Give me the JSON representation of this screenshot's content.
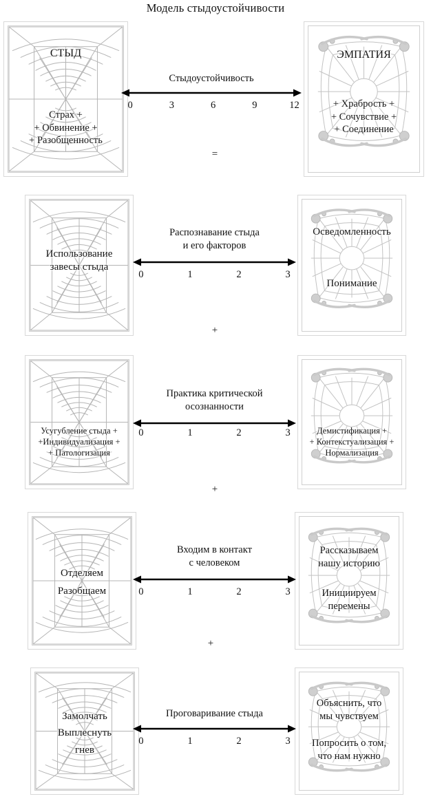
{
  "title": "Модель стыдоустойчивости",
  "operators": [
    {
      "symbol": "=",
      "after_row": 1
    },
    {
      "symbol": "+",
      "after_row": 2
    },
    {
      "symbol": "+",
      "after_row": 3
    },
    {
      "symbol": "+",
      "after_row": 4
    }
  ],
  "rows": [
    {
      "id": "row-shame-resilience",
      "left": {
        "icon": "spider-web-icon",
        "top_lines": [
          "СТЫД"
        ],
        "bottom_lines": [
          "Страх +",
          "+ Обвинение +",
          "+ Разобщенность"
        ]
      },
      "right": {
        "icon": "safety-net-icon",
        "top_lines": [
          "ЭМПАТИЯ"
        ],
        "bottom_lines": [
          "+ Храбрость +",
          "+ Сочувствие +",
          "+ Соединение"
        ]
      },
      "arrow": {
        "label_lines": [
          "Стыдоустойчивость"
        ],
        "scale": [
          "0",
          "3",
          "6",
          "9",
          "12"
        ]
      }
    },
    {
      "id": "row-recognizing-shame",
      "left": {
        "icon": "spider-web-icon",
        "top_lines": [],
        "bottom_lines": [
          "Использование",
          "завесы стыда"
        ]
      },
      "right": {
        "icon": "safety-net-icon",
        "top_lines": [
          "Осведомленность"
        ],
        "bottom_lines": [
          "Понимание"
        ]
      },
      "arrow": {
        "label_lines": [
          "Распознавание стыда",
          "и его факторов"
        ],
        "scale": [
          "0",
          "1",
          "2",
          "3"
        ]
      }
    },
    {
      "id": "row-critical-awareness",
      "left": {
        "icon": "spider-web-icon",
        "top_lines": [],
        "bottom_lines": [
          "Усугубление стыда +",
          "+Индивидуализация +",
          "+ Патологизация"
        ]
      },
      "right": {
        "icon": "safety-net-icon",
        "top_lines": [],
        "bottom_lines": [
          "Демистификация +",
          "+ Контекстуализация +",
          "Нормализация"
        ]
      },
      "arrow": {
        "label_lines": [
          "Практика критической",
          "осознанности"
        ],
        "scale": [
          "0",
          "1",
          "2",
          "3"
        ]
      }
    },
    {
      "id": "row-reaching-out",
      "left": {
        "icon": "spider-web-icon",
        "top_lines": [],
        "bottom_lines": [
          "Отделяем",
          "Разобщаем"
        ]
      },
      "right": {
        "icon": "safety-net-icon",
        "top_lines": [
          "Рассказываем",
          "нашу историю"
        ],
        "bottom_lines": [
          "Инициируем",
          "перемены"
        ]
      },
      "arrow": {
        "label_lines": [
          "Входим в контакт",
          "с человеком"
        ],
        "scale": [
          "0",
          "1",
          "2",
          "3"
        ]
      }
    },
    {
      "id": "row-speaking-shame",
      "left": {
        "icon": "spider-web-icon",
        "top_lines": [],
        "bottom_lines": [
          "Замолчать",
          "Выплеснуть",
          "гнев"
        ]
      },
      "right": {
        "icon": "safety-net-icon",
        "top_lines": [
          "Объяснить, что",
          "мы чувствуем"
        ],
        "bottom_lines": [
          "Попросить о том,",
          "что нам нужно"
        ]
      },
      "arrow": {
        "label_lines": [
          "Проговаривание стыда"
        ],
        "scale": [
          "0",
          "1",
          "2",
          "3"
        ]
      }
    }
  ],
  "colors": {
    "ink": "#141414",
    "frame_border": "#d8d8d8",
    "web_stroke": "#b4b4b4",
    "net_stroke": "#c2c2c2",
    "arrow": "#000000",
    "background": "#ffffff"
  }
}
